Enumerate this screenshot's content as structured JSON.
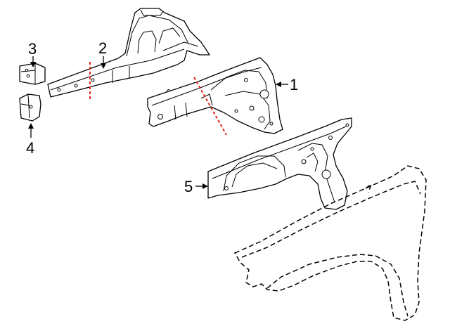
{
  "diagram": {
    "cut_line_color": "#e8221b",
    "callouts": [
      {
        "id": "1",
        "label": "1"
      },
      {
        "id": "2",
        "label": "2"
      },
      {
        "id": "3",
        "label": "3"
      },
      {
        "id": "4",
        "label": "4"
      },
      {
        "id": "5",
        "label": "5"
      }
    ]
  }
}
